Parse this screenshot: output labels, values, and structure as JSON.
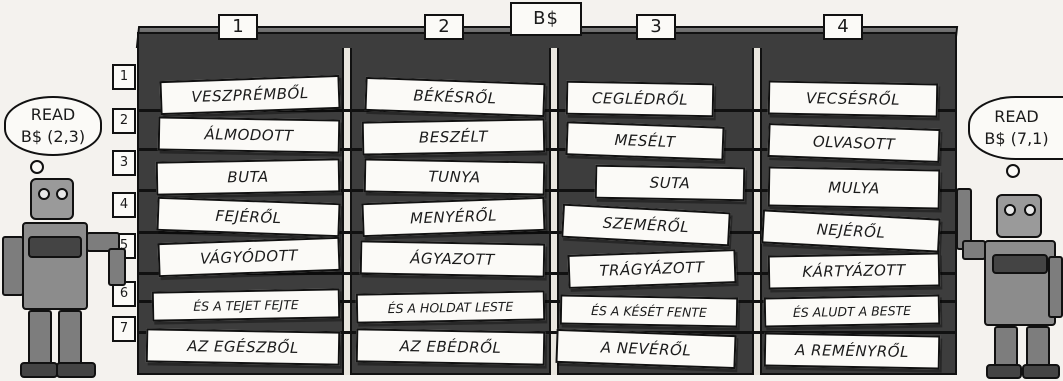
{
  "array_label": "B$",
  "columns": [
    "1",
    "2",
    "3",
    "4"
  ],
  "rows": [
    "1",
    "2",
    "3",
    "4",
    "5",
    "6",
    "7"
  ],
  "cards": [
    [
      "VESZPRÉMBŐL",
      "ÁLMODOTT",
      "BUTA",
      "FEJÉRŐL",
      "VÁGYÓDOTT",
      "ÉS A TEJET FEJTE",
      "AZ EGÉSZBŐL"
    ],
    [
      "BÉKÉSRŐL",
      "BESZÉLT",
      "TUNYA",
      "MENYÉRŐL",
      "ÁGYAZOTT",
      "ÉS A HOLDAT LESTE",
      "AZ EBÉDRŐL"
    ],
    [
      "CEGLÉDRŐL",
      "MESÉLT",
      "SUTA",
      "SZEMÉRŐL",
      "TRÁGYÁZOTT",
      "ÉS A KÉSÉT FENTE",
      "A NEVÉRŐL"
    ],
    [
      "VECSÉSRŐL",
      "OLVASOTT",
      "MULYA",
      "NEJÉRŐL",
      "KÁRTYÁZOTT",
      "ÉS ALUDT A BESTE",
      "A REMÉNYRŐL"
    ]
  ],
  "left_robot": {
    "line1": "READ",
    "line2": "B$ (2,3)"
  },
  "right_robot": {
    "line1": "READ",
    "line2": "B$ (7,1)"
  }
}
